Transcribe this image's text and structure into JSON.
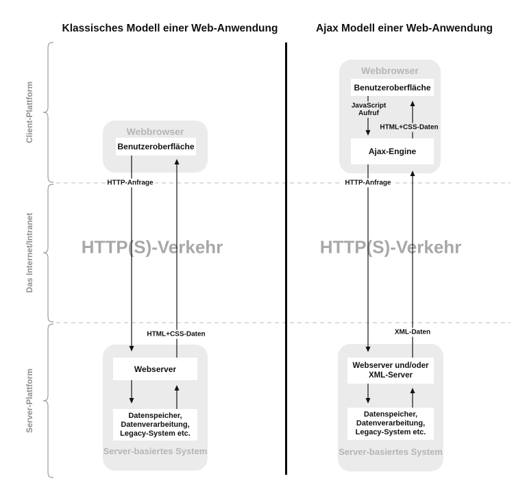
{
  "diagram": {
    "left_title": "Klassisches Modell einer Web-Anwendung",
    "right_title": "Ajax Modell einer Web-Anwendung",
    "sections": [
      {
        "label": "Client-Plattform"
      },
      {
        "label": "Das Internet/Intranet"
      },
      {
        "label": "Server-Plattform"
      }
    ],
    "classic": {
      "browser_title": "Webbrowser",
      "ui_label": "Benutzeroberfläche",
      "request_label": "HTTP-Anfrage",
      "traffic_label": "HTTP(S)-Verkehr",
      "response_label": "HTML+CSS-Daten",
      "server_label": "Webserver",
      "backend_label": "Datenspeicher,\nDatenverarbeitung,\nLegacy-System etc.",
      "server_system_title": "Server-basiertes System"
    },
    "ajax": {
      "browser_title": "Webbrowser",
      "ui_label": "Benutzeroberfläche",
      "js_call_label": "JavaScript\nAufruf",
      "html_css_label": "HTML+CSS-Daten",
      "engine_label": "Ajax-Engine",
      "request_label": "HTTP-Anfrage",
      "traffic_label": "HTTP(S)-Verkehr",
      "response_label": "XML-Daten",
      "server_label": "Webserver und/oder\nXML-Server",
      "backend_label": "Datenspeicher,\nDatenverarbeitung,\nLegacy-System etc.",
      "server_system_title": "Server-basiertes System"
    },
    "colors": {
      "box_fill": "#ebebeb",
      "muted_text": "#b5b5b5",
      "traffic_text": "#a8a8a8",
      "line": "#111111",
      "dashed_line": "#b8b8b8",
      "brace": "#9a9a9a",
      "divider": "#000000"
    }
  }
}
